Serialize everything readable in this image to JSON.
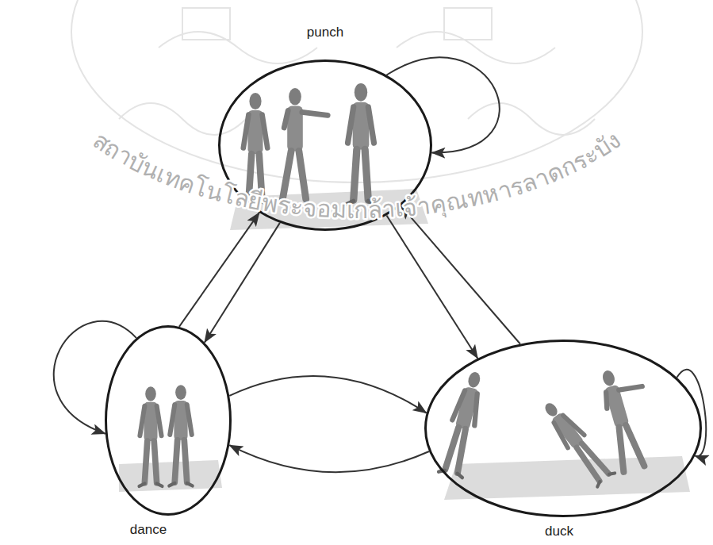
{
  "diagram": {
    "nodes": [
      {
        "text": [
          "punch"
        ]
      },
      {
        "text": [
          "dance"
        ]
      },
      {
        "text": [
          "duck"
        ]
      }
    ],
    "edges": [
      {
        "from": 0,
        "to": 0,
        "arrow": "to"
      },
      {
        "from": 1,
        "to": 0,
        "arrow": "to"
      },
      {
        "from": 0,
        "to": 1,
        "arrow": "to"
      },
      {
        "from": 0,
        "to": 2,
        "arrow": "to"
      },
      {
        "from": 2,
        "to": 0,
        "arrow": "to"
      },
      {
        "from": 1,
        "to": 1,
        "arrow": "to"
      },
      {
        "from": 1,
        "to": 2,
        "arrow": "to"
      },
      {
        "from": 2,
        "to": 1,
        "arrow": "to"
      },
      {
        "from": 2,
        "to": 2,
        "arrow": "to"
      }
    ],
    "labels": [
      "สถาบันเทคโนโลยีพระจอมเกล้าเจ้าคุณทหารลาดกระบัง"
    ]
  }
}
